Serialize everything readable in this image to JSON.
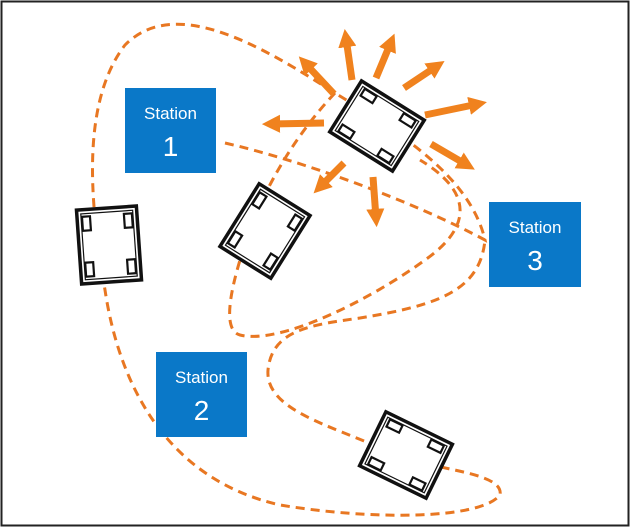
{
  "colors": {
    "path": "#E87722",
    "arrow": "#F0821E",
    "station_fill": "#0A78C8",
    "robot_stroke": "#111111",
    "frame": "#222222"
  },
  "stations": [
    {
      "word": "Station",
      "number": "1"
    },
    {
      "word": "Station",
      "number": "2"
    },
    {
      "word": "Station",
      "number": "3"
    }
  ],
  "icons": {
    "robot": "robot-cart-icon",
    "signal": "radiating-arrows-icon"
  }
}
